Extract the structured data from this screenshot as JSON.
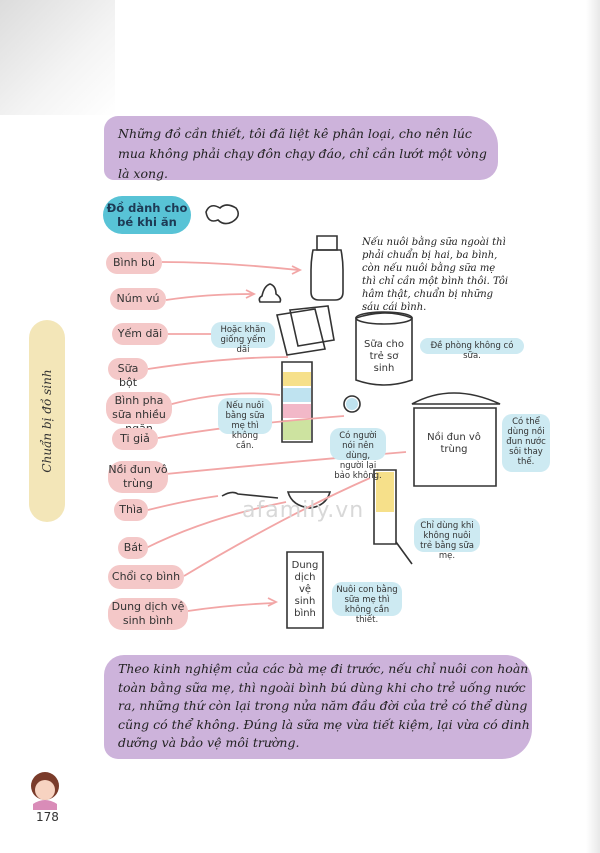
{
  "intro_text": "Những đồ cần thiết, tôi đã liệt kê phân loại, cho nên lúc mua không phải chạy đôn chạy đáo, chỉ cần lướt một vòng là xong.",
  "section_title": "Đồ dành cho bé khi ăn",
  "side_tab": "Chuẩn bị đồ sinh",
  "items": {
    "binh_bu": "Bình bú",
    "num_vu": "Núm vú",
    "yem_dai": "Yếm dãi",
    "sua_bot": "Sữa bột",
    "binh_pha_sua": "Bình pha sữa nhiều ngăn",
    "ti_gia": "Ti giả",
    "noi_dun": "Nồi đun vô trùng",
    "thia": "Thìa",
    "bat": "Bát",
    "choi_co_binh": "Chổi cọ bình",
    "dung_dich": "Dung dịch vệ sinh bình"
  },
  "notes": {
    "top_right": "Nếu nuôi bằng sữa ngoài thì phải chuẩn bị hai, ba bình, còn nếu nuôi bằng sữa mẹ thì chỉ cần một bình thôi. Tôi hâm thật, chuẩn bị những sáu cái bình.",
    "khan_yem": "Hoặc khăn giống yếm dãi",
    "sua_so_sinh_label": "Sữa cho trẻ sơ sinh",
    "de_phong": "Đề phòng không có sữa.",
    "neu_nuoi_sua_me": "Nếu nuôi bằng sữa mẹ thì không cần.",
    "ti_gia_note": "Có người nói nên dùng, người lại bảo không.",
    "noi_dun_label": "Nồi đun vô trùng",
    "co_the_dung": "Có thể dùng nồi đun nước sôi thay thế.",
    "chi_dung_khi": "Chỉ dùng khi không nuôi trẻ bằng sữa mẹ.",
    "dung_dich_label": "Dung dịch vệ sinh bình",
    "nuoi_con_bang": "Nuôi con bằng sữa mẹ thì không cần thiết."
  },
  "outro_text": "Theo kinh nghiệm của các bà mẹ đi trước, nếu chỉ nuôi con hoàn toàn bằng sữa mẹ, thì ngoài bình bú dùng khi cho trẻ uống nước ra, những thứ còn lại trong nửa năm đầu đời của trẻ có thể dùng cũng có thể không. Đúng là sữa mẹ vừa tiết kiệm, lại vừa có dinh dưỡng và bảo vệ môi trường.",
  "watermark": "afamily.vn",
  "page_number": "178",
  "colors": {
    "purple": "#cdb3db",
    "pink": "#f4c8c8",
    "blue_note": "#cdeaf2",
    "title_blue": "#58c3d6",
    "tab_yellow": "#f3e6b8"
  }
}
